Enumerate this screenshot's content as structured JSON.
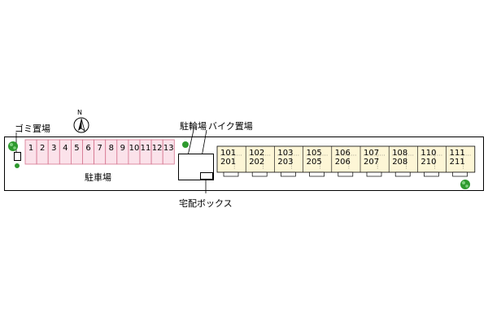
{
  "labels": {
    "garbage": "ゴミ置場",
    "parking": "駐車場",
    "bicycle": "駐輪場",
    "bike": "バイク置場",
    "delivery": "宅配ボックス",
    "north": "N"
  },
  "parking_spaces": [
    "1",
    "2",
    "3",
    "4",
    "5",
    "6",
    "7",
    "8",
    "9",
    "10",
    "11",
    "12",
    "13"
  ],
  "units": [
    {
      "top": "101",
      "bottom": "201"
    },
    {
      "top": "102",
      "bottom": "202"
    },
    {
      "top": "103",
      "bottom": "203"
    },
    {
      "top": "105",
      "bottom": "205"
    },
    {
      "top": "106",
      "bottom": "206"
    },
    {
      "top": "107",
      "bottom": "207"
    },
    {
      "top": "108",
      "bottom": "208"
    },
    {
      "top": "110",
      "bottom": "210"
    },
    {
      "top": "111",
      "bottom": "211"
    }
  ],
  "colors": {
    "parking_fill": "#fbe2ea",
    "parking_stroke": "#d5738e",
    "unit_fill": "#fdf6d6",
    "tree": "#2e9a2e",
    "line": "#000000"
  }
}
